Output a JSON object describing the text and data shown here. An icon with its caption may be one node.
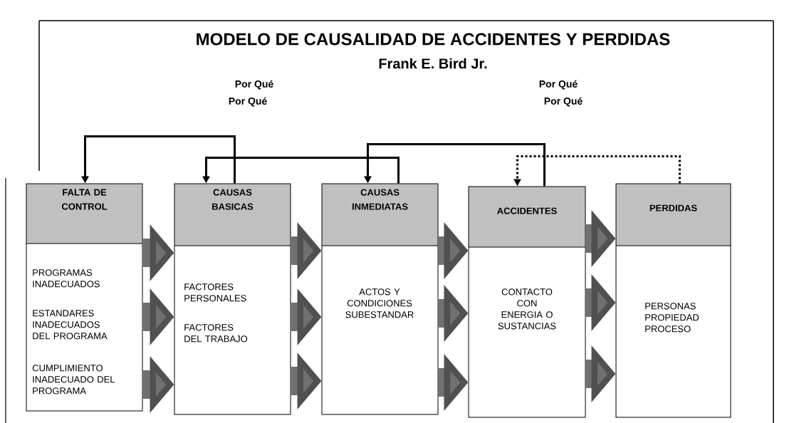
{
  "diagram": {
    "title": "MODELO DE CAUSALIDAD DE ACCIDENTES Y PERDIDAS",
    "nodes": [
      {
        "text": [
          "FALTA DE CONTROL",
          "PROGRAMAS INADECUADOS",
          "ESTANDARES INADECUADOS DEL PROGRAMA",
          "CUMPLIMIENTO INADECUADO DEL PROGRAMA"
        ]
      },
      {
        "text": [
          "CAUSAS BASICAS",
          "FACTORES PERSONALES",
          "FACTORES DEL TRABAJO"
        ]
      },
      {
        "text": [
          "CAUSAS INMEDIATAS",
          "ACTOS Y CONDICIONES SUBESTANDAR"
        ]
      },
      {
        "text": [
          "ACCIDENTES",
          "CONTACTO CON ENERGIA O SUSTANCIAS"
        ]
      },
      {
        "text": [
          "PERDIDAS",
          "PERSONAS PROPIEDAD PROCESO"
        ]
      }
    ],
    "edges": [
      {
        "from": 0,
        "to": 1,
        "arrow": "to"
      },
      {
        "from": 0,
        "to": 1,
        "arrow": "to"
      },
      {
        "from": 0,
        "to": 1,
        "arrow": "to"
      },
      {
        "from": 1,
        "to": 2,
        "arrow": "to"
      },
      {
        "from": 1,
        "to": 2,
        "arrow": "to"
      },
      {
        "from": 1,
        "to": 2,
        "arrow": "to"
      },
      {
        "from": 2,
        "to": 3,
        "arrow": "to"
      },
      {
        "from": 2,
        "to": 3,
        "arrow": "to"
      },
      {
        "from": 2,
        "to": 3,
        "arrow": "to"
      },
      {
        "from": 3,
        "to": 4,
        "arrow": "to"
      },
      {
        "from": 3,
        "to": 4,
        "arrow": "to"
      },
      {
        "from": 3,
        "to": 4,
        "arrow": "to"
      },
      {
        "from": 1,
        "to": 0,
        "arrow": "to",
        "color": "#000000"
      },
      {
        "from": 2,
        "to": 1,
        "arrow": "to",
        "color": "#000000"
      },
      {
        "from": 3,
        "to": 2,
        "arrow": "to",
        "color": "#000000"
      },
      {
        "from": 4,
        "to": 3,
        "arrow": "to",
        "style": "dashed",
        "color": "#000000"
      }
    ],
    "labels": [
      "Frank E. Bird Jr.",
      "Por Qué",
      "Por Qué",
      "Por Qué",
      "Por Qué"
    ]
  }
}
